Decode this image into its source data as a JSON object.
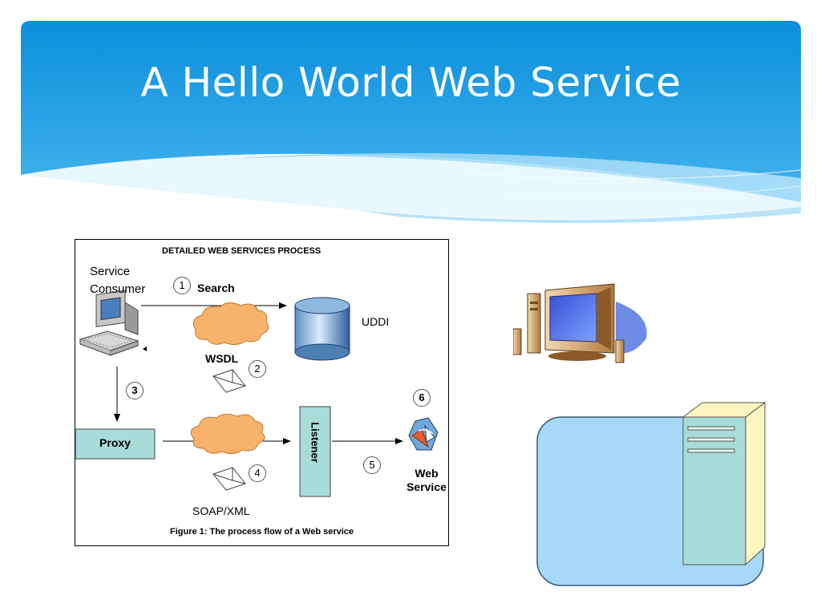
{
  "slide": {
    "title": "A Hello World Web Service"
  },
  "diagram": {
    "title": "DETAILED WEB SERVICES PROCESS",
    "consumer_line1": "Service",
    "consumer_line2": "Consumer",
    "search": "Search",
    "uddi": "UDDI",
    "wsdl": "WSDL",
    "proxy": "Proxy",
    "listener": "Listener",
    "web_line1": "Web",
    "web_line2": "Service",
    "soap": "SOAP/XML",
    "caption": "Figure 1: The process flow of a Web service",
    "steps": [
      "1",
      "2",
      "3",
      "4",
      "5",
      "6"
    ]
  },
  "colors": {
    "banner_top": "#0a8fdc",
    "banner_bottom": "#7fcaf3",
    "proxy_fill": "#a8dcd8",
    "listener_fill": "#a8dcd8",
    "cloud_fill": "#f7b26b",
    "server_panel": "#a7d8f6"
  },
  "icons": [
    "computer-icon",
    "database-icon",
    "cloud-icon",
    "envelope-icon",
    "web-service-icon",
    "desktop-computer-icon",
    "server-tower-icon"
  ]
}
